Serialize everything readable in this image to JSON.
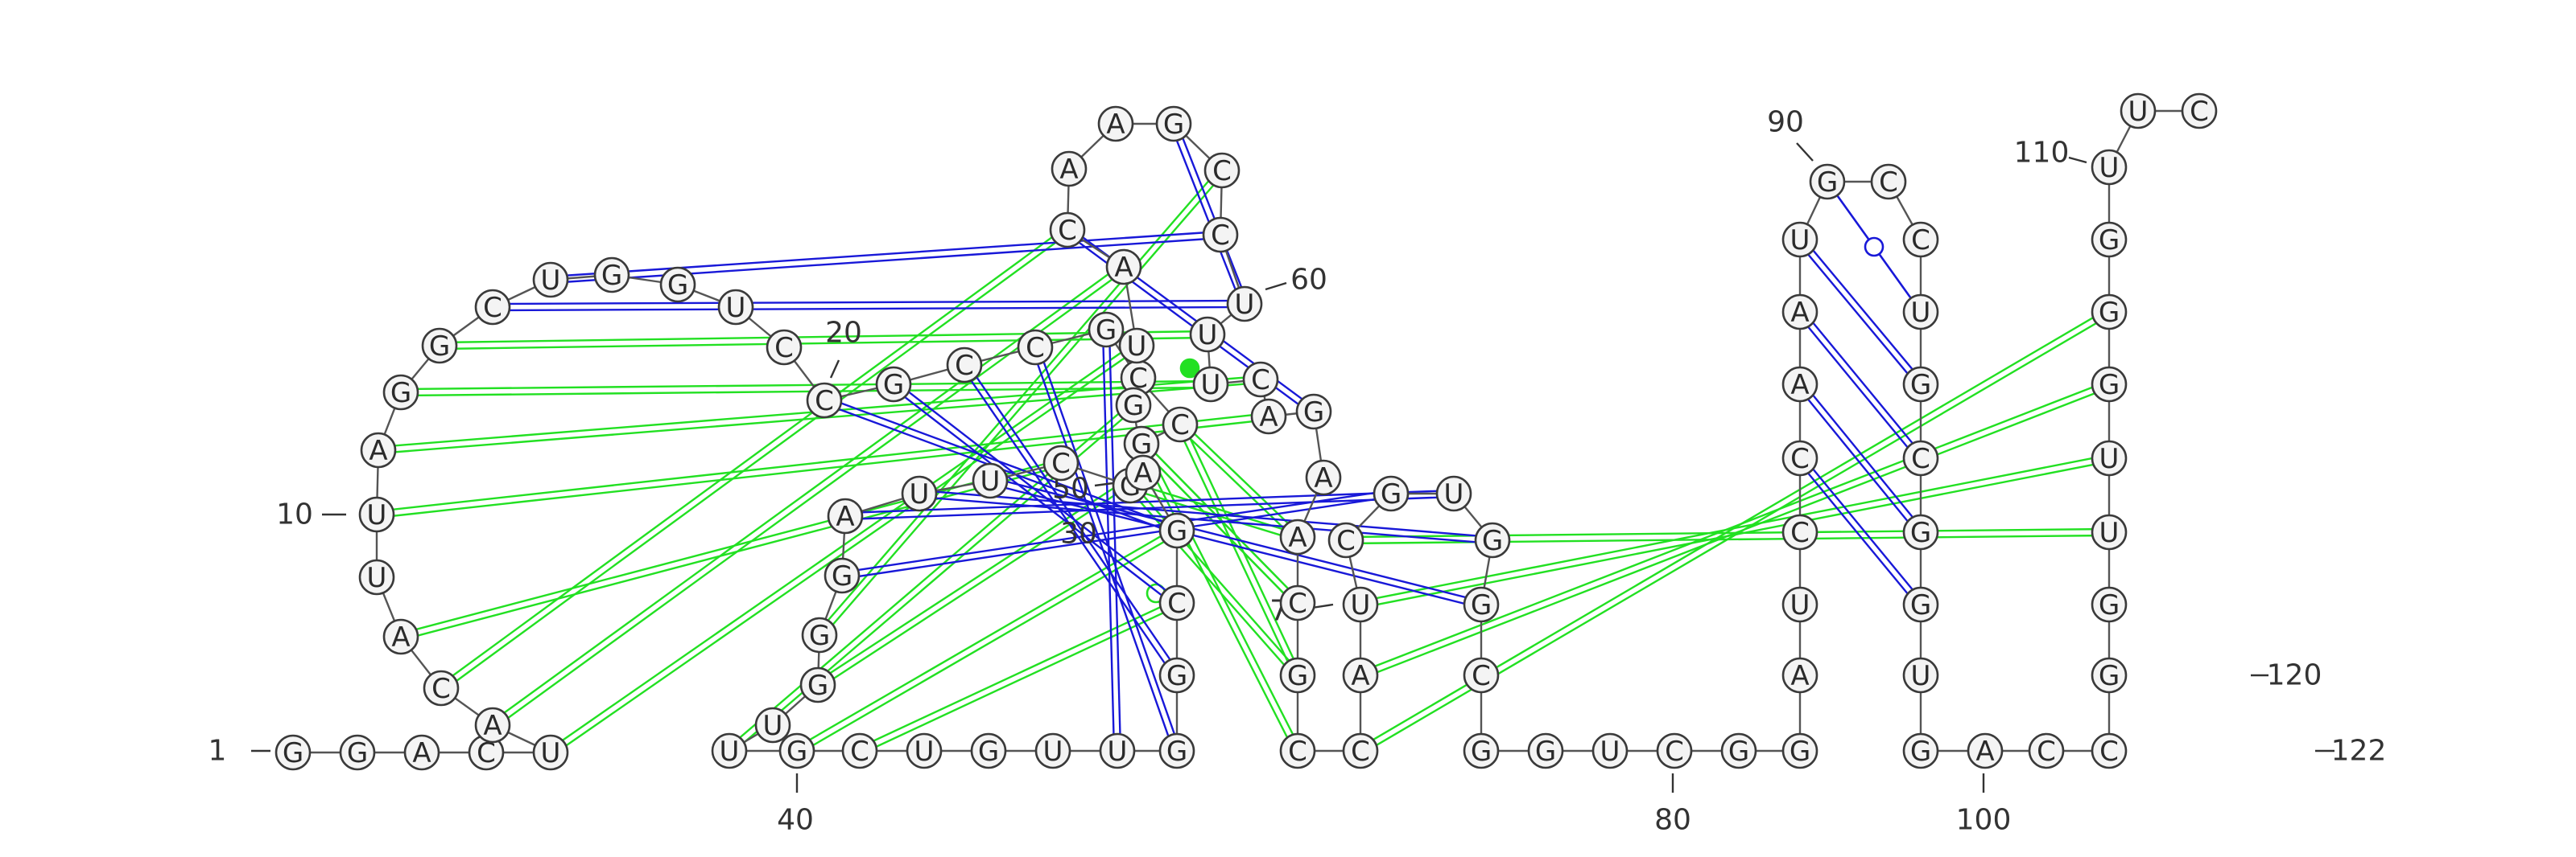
{
  "colors": {
    "canonical": "#1818d8",
    "tertiary": "#22e022",
    "backbone": "#555555"
  },
  "sequence": [
    "G",
    "G",
    "A",
    "C",
    "U",
    "A",
    "C",
    "A",
    "U",
    "U",
    "A",
    "G",
    "G",
    "C",
    "U",
    "G",
    "G",
    "U",
    "C",
    "C",
    "G",
    "C",
    "C",
    "G",
    "C",
    "C",
    "G",
    "G",
    "C",
    "U",
    "U",
    "A",
    "G",
    "G",
    "G",
    "U",
    "U",
    "G",
    "C",
    "U",
    "G",
    "U",
    "U",
    "G",
    "G",
    "C",
    "G",
    "A",
    "G",
    "U",
    "A",
    "C",
    "A",
    "A",
    "G",
    "C",
    "C",
    "U",
    "U",
    "U",
    "C",
    "A",
    "G",
    "A",
    "A",
    "C",
    "G",
    "C",
    "C",
    "A",
    "U",
    "C",
    "G",
    "U",
    "G",
    "G",
    "C",
    "G",
    "G",
    "U",
    "C",
    "G",
    "G",
    "A",
    "U",
    "C",
    "C",
    "A",
    "A",
    "U",
    "G",
    "C",
    "C",
    "U",
    "G",
    "C",
    "G",
    "G",
    "U",
    "G",
    "A",
    "C",
    "C",
    "G",
    "G",
    "U",
    "U",
    "G",
    "G",
    "G",
    "U",
    "U",
    "C"
  ],
  "position_labels": [
    {
      "index": 1,
      "text": "1"
    },
    {
      "index": 10,
      "text": "10"
    },
    {
      "index": 20,
      "text": "20"
    },
    {
      "index": 30,
      "text": "30"
    },
    {
      "index": 40,
      "text": "40"
    },
    {
      "index": 50,
      "text": "50"
    },
    {
      "index": 60,
      "text": "60"
    },
    {
      "index": 70,
      "text": "70"
    },
    {
      "index": 80,
      "text": "80"
    },
    {
      "index": 90,
      "text": "90"
    },
    {
      "index": 100,
      "text": "100"
    },
    {
      "index": 110,
      "text": "110"
    },
    {
      "index": 120,
      "text": "120"
    },
    {
      "index": 122,
      "text": "122"
    }
  ],
  "canonical_pairs": [
    [
      20,
      47
    ],
    [
      21,
      46
    ],
    [
      22,
      45
    ],
    [
      23,
      44
    ],
    [
      24,
      43
    ],
    [
      30,
      76
    ],
    [
      31,
      75
    ],
    [
      32,
      74
    ],
    [
      33,
      73
    ],
    [
      87,
      98
    ],
    [
      88,
      97
    ],
    [
      89,
      96
    ],
    [
      90,
      95
    ],
    [
      91,
      94
    ],
    [
      105,
      121
    ],
    [
      106,
      120
    ],
    [
      107,
      119
    ],
    [
      108,
      118
    ],
    [
      109,
      117
    ],
    [
      110,
      116
    ],
    [
      111,
      115
    ],
    [
      63,
      52
    ],
    [
      58,
      55
    ],
    [
      15,
      57
    ],
    [
      14,
      58
    ]
  ],
  "wobble_pairs": [
    [
      91,
      94
    ],
    [
      108,
      118
    ],
    [
      111,
      115
    ],
    [
      105,
      121
    ]
  ],
  "tertiary_pairs": [
    [
      12,
      60
    ],
    [
      13,
      59
    ],
    [
      11,
      61
    ],
    [
      10,
      62
    ],
    [
      8,
      29
    ],
    [
      7,
      52
    ],
    [
      6,
      51
    ],
    [
      5,
      50
    ],
    [
      26,
      65
    ],
    [
      27,
      66
    ],
    [
      28,
      67
    ],
    [
      34,
      56
    ],
    [
      35,
      48
    ],
    [
      38,
      47
    ],
    [
      39,
      46
    ],
    [
      37,
      49
    ],
    [
      65,
      28
    ],
    [
      66,
      27
    ],
    [
      67,
      26
    ],
    [
      68,
      27
    ],
    [
      69,
      109
    ],
    [
      70,
      108
    ],
    [
      71,
      107
    ],
    [
      72,
      106
    ]
  ]
}
